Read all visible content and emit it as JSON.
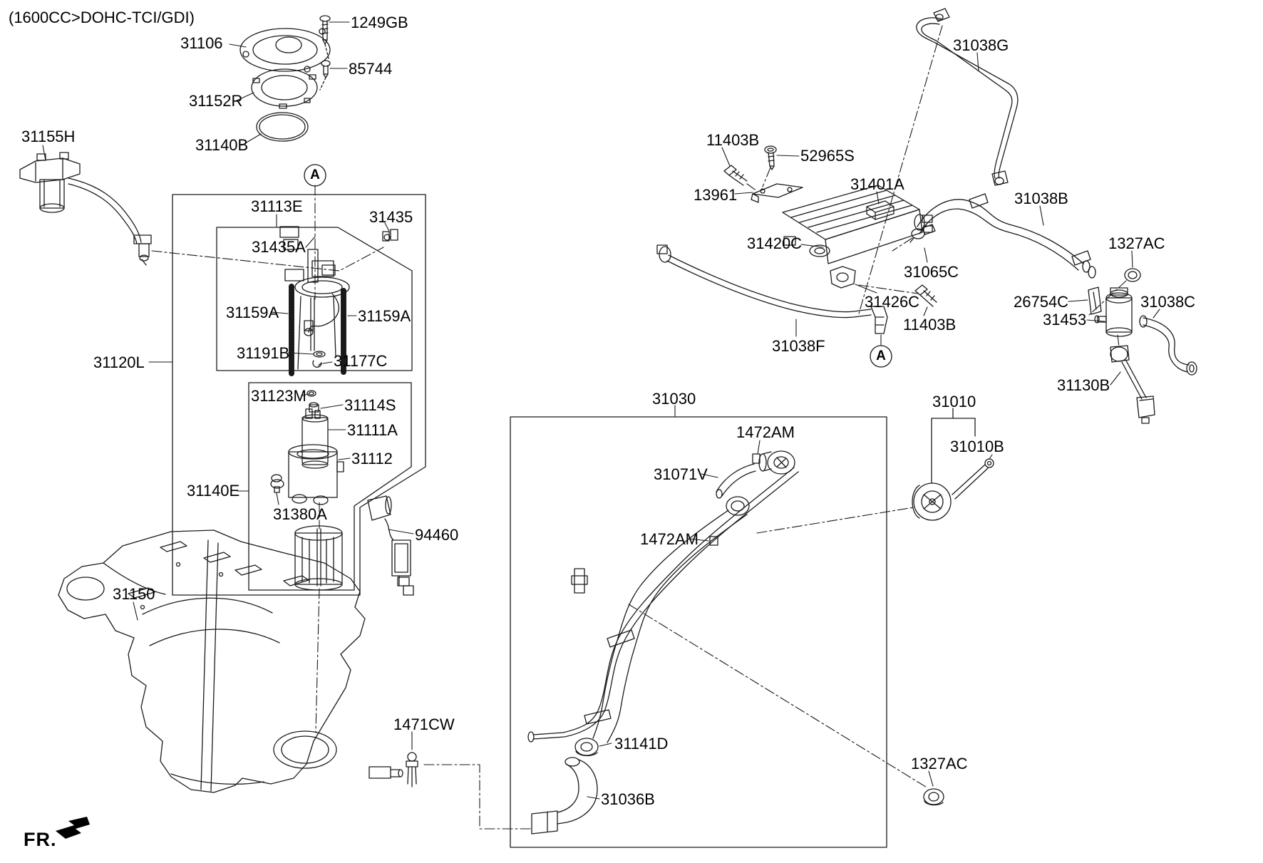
{
  "diagram": {
    "title": "(1600CC>DOHC-TCI/GDI)",
    "direction_marker": "FR.",
    "view_markers": {
      "left": "A",
      "right": "A"
    },
    "part_labels": {
      "p31106": "31106",
      "p1249GB": "1249GB",
      "p85744": "85744",
      "p31152R": "31152R",
      "p31140B": "31140B",
      "p31155H": "31155H",
      "p31113E": "31113E",
      "p31435": "31435",
      "p31435A": "31435A",
      "p31159A_left": "31159A",
      "p31159A_right": "31159A",
      "p31191B": "31191B",
      "p31177C": "31177C",
      "p31120L": "31120L",
      "p31123M": "31123M",
      "p31114S": "31114S",
      "p31111A": "31111A",
      "p31112": "31112",
      "p31140E": "31140E",
      "p31380A": "31380A",
      "p94460": "94460",
      "p31150": "31150",
      "p1471CW": "1471CW",
      "p31030": "31030",
      "p1472AM_upper": "1472AM",
      "p31071V": "31071V",
      "p1472AM_lower": "1472AM",
      "p31141D": "31141D",
      "p31036B": "31036B",
      "p1327AC_lower": "1327AC",
      "p11403B_upper": "11403B",
      "p52965S": "52965S",
      "p13961": "13961",
      "p31401A": "31401A",
      "p31420C": "31420C",
      "p31065C": "31065C",
      "p31426C": "31426C",
      "p11403B_lower": "11403B",
      "p31038F": "31038F",
      "p31038G": "31038G",
      "p31038B": "31038B",
      "p1327AC_upper": "1327AC",
      "p26754C": "26754C",
      "p31453": "31453",
      "p31038C": "31038C",
      "p31130B": "31130B",
      "p31010": "31010",
      "p31010B": "31010B"
    },
    "line_color": "#1a1a1a"
  }
}
